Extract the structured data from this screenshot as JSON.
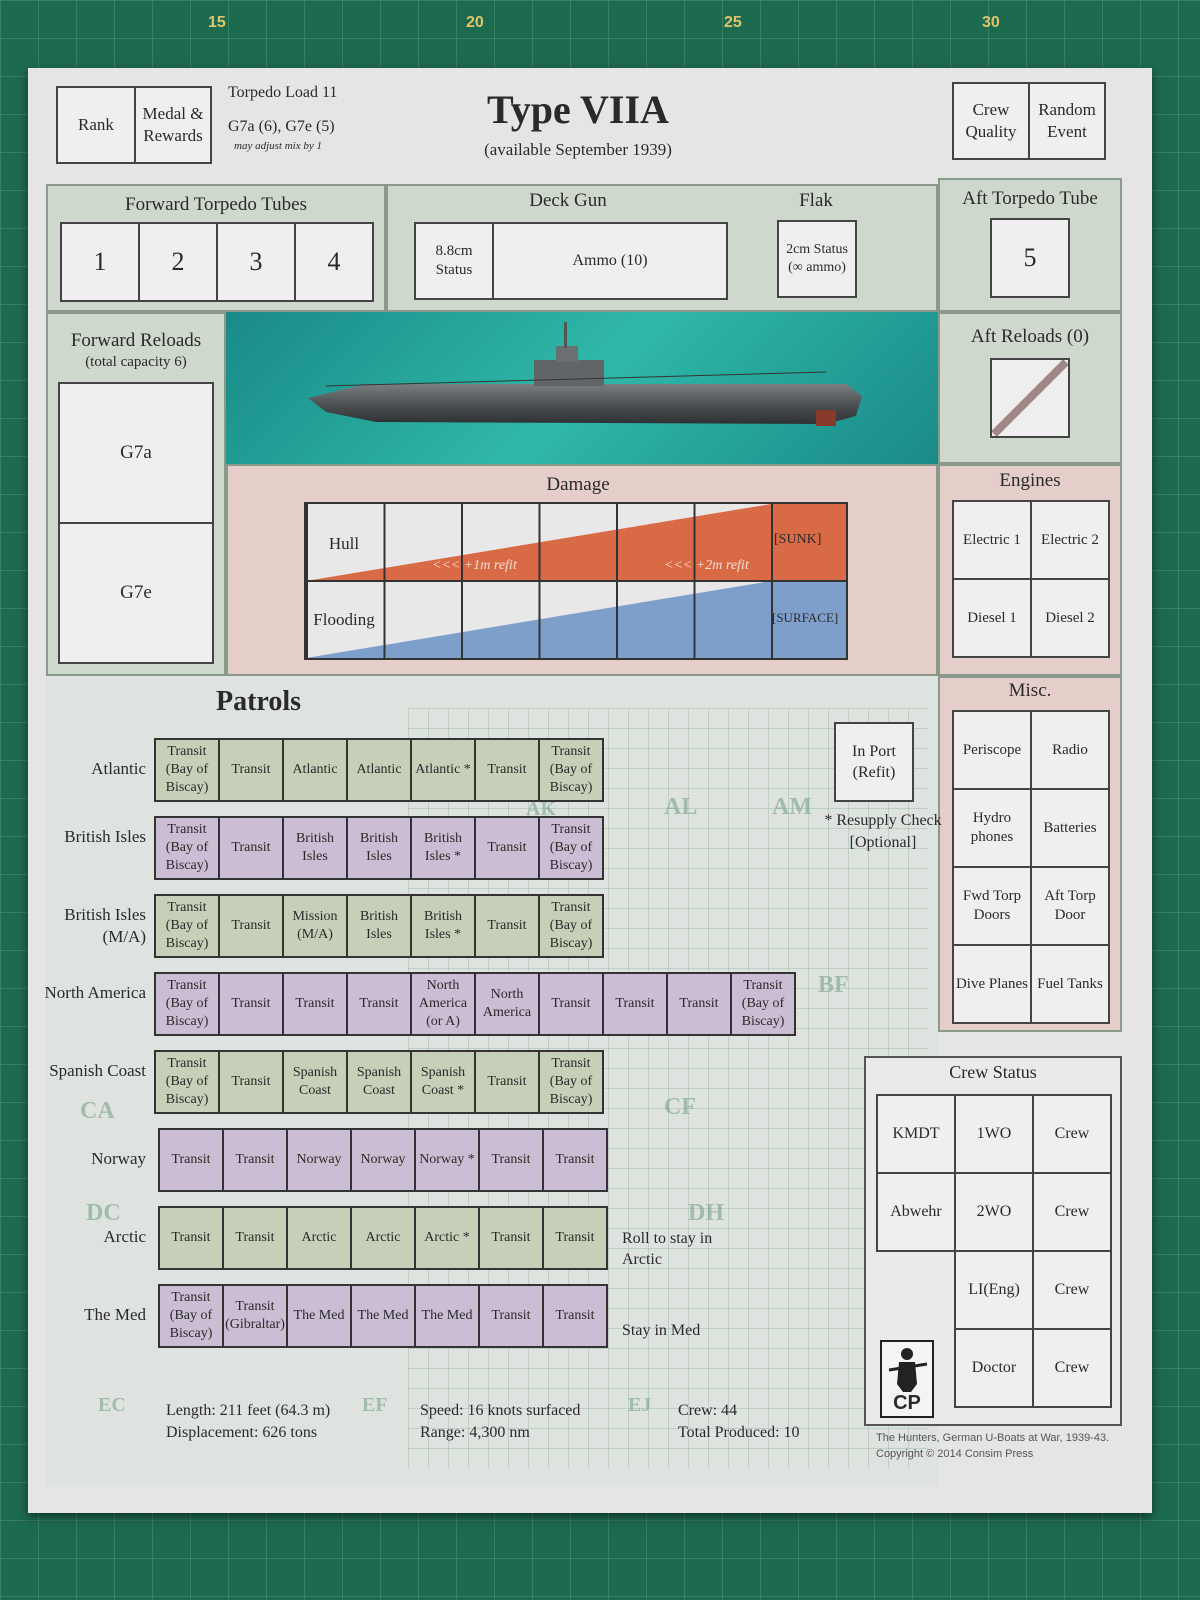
{
  "mat": {
    "ticks": [
      "15",
      "20",
      "25",
      "30"
    ]
  },
  "header": {
    "rank": "Rank",
    "medal": "Medal & Rewards",
    "torpedo_load": "Torpedo Load 11",
    "torpedo_mix": "G7a (6), G7e (5)",
    "torpedo_note": "may adjust mix by 1",
    "title": "Type VIIA",
    "subtitle": "(available September 1939)",
    "crew_quality": "Crew Quality",
    "random_event": "Random Event"
  },
  "forward_tubes": {
    "title": "Forward Torpedo Tubes",
    "tubes": [
      "1",
      "2",
      "3",
      "4"
    ]
  },
  "deck_gun": {
    "title": "Deck Gun",
    "status": "8.8cm Status",
    "ammo": "Ammo (10)"
  },
  "flak": {
    "title": "Flak",
    "status": "2cm Status (∞ ammo)"
  },
  "aft_tube": {
    "title": "Aft Torpedo Tube",
    "tube": "5"
  },
  "forward_reloads": {
    "title": "Forward Reloads",
    "capacity": "(total capacity 6)",
    "types": [
      "G7a",
      "G7e"
    ]
  },
  "aft_reloads": {
    "title": "Aft Reloads (0)"
  },
  "damage": {
    "title": "Damage",
    "hull": "Hull",
    "flooding": "Flooding",
    "refit1": "<<< +1m refit",
    "refit2": "<<< +2m refit",
    "sunk": "[SUNK]",
    "surface": "[SURFACE]"
  },
  "engines": {
    "title": "Engines",
    "items": [
      "Electric 1",
      "Electric 2",
      "Diesel 1",
      "Diesel 2"
    ]
  },
  "misc": {
    "title": "Misc.",
    "items": [
      "Periscope",
      "Radio",
      "Hydro phones",
      "Batteries",
      "Fwd Torp Doors",
      "Aft Torp Door",
      "Dive Planes",
      "Fuel Tanks"
    ]
  },
  "patrols": {
    "title": "Patrols",
    "in_port": "In Port (Refit)",
    "resupply": "* Resupply Check [Optional]",
    "roll_arctic": "Roll to stay in Arctic",
    "stay_med": "Stay in Med",
    "rows": [
      {
        "label": "Atlantic",
        "color": "g",
        "cells": [
          "Transit (Bay of Biscay)",
          "Transit",
          "Atlantic",
          "Atlantic",
          "Atlantic *",
          "Transit",
          "Transit (Bay of Biscay)"
        ]
      },
      {
        "label": "British Isles",
        "color": "p",
        "cells": [
          "Transit (Bay of Biscay)",
          "Transit",
          "British Isles",
          "British Isles",
          "British Isles *",
          "Transit",
          "Transit (Bay of Biscay)"
        ]
      },
      {
        "label": "British Isles (M/A)",
        "color": "g",
        "cells": [
          "Transit (Bay of Biscay)",
          "Transit",
          "Mission (M/A)",
          "British Isles",
          "British Isles *",
          "Transit",
          "Transit (Bay of Biscay)"
        ]
      },
      {
        "label": "North America",
        "color": "p",
        "cells": [
          "Transit (Bay of Biscay)",
          "Transit",
          "Transit",
          "Transit",
          "North America (or A)",
          "North America",
          "Transit",
          "Transit",
          "Transit",
          "Transit (Bay of Biscay)"
        ]
      },
      {
        "label": "Spanish Coast",
        "color": "g",
        "cells": [
          "Transit (Bay of Biscay)",
          "Transit",
          "Spanish Coast",
          "Spanish Coast",
          "Spanish Coast *",
          "Transit",
          "Transit (Bay of Biscay)"
        ]
      },
      {
        "label": "Norway",
        "color": "p",
        "cells": [
          "Transit",
          "Transit",
          "Norway",
          "Norway",
          "Norway *",
          "Transit",
          "Transit"
        ]
      },
      {
        "label": "Arctic",
        "color": "g",
        "cells": [
          "Transit",
          "Transit",
          "Arctic",
          "Arctic",
          "Arctic *",
          "Transit",
          "Transit"
        ]
      },
      {
        "label": "The Med",
        "color": "p",
        "cells": [
          "Transit (Bay of Biscay)",
          "Transit (Gibraltar)",
          "The Med",
          "The Med",
          "The Med",
          "Transit",
          "Transit"
        ]
      }
    ]
  },
  "map_labels": [
    "AL",
    "AM",
    "AK",
    "BF",
    "CF",
    "CA",
    "DC",
    "DH",
    "EC",
    "EF",
    "EJ"
  ],
  "crew_status": {
    "title": "Crew Status",
    "cells": [
      "KMDT",
      "1WO",
      "Crew",
      "Abwehr",
      "2WO",
      "Crew",
      "LI(Eng)",
      "Crew",
      "Doctor",
      "Crew"
    ]
  },
  "specs": {
    "length": "Length: 211 feet (64.3 m)",
    "displacement": "Displacement: 626 tons",
    "speed": "Speed: 16 knots surfaced",
    "range": "Range: 4,300 nm",
    "crew": "Crew: 44",
    "produced": "Total Produced: 10"
  },
  "footer": {
    "line1": "The Hunters, German U-Boats at War, 1939-43.",
    "line2": "Copyright © 2014 Consim Press",
    "logo": "CP"
  }
}
